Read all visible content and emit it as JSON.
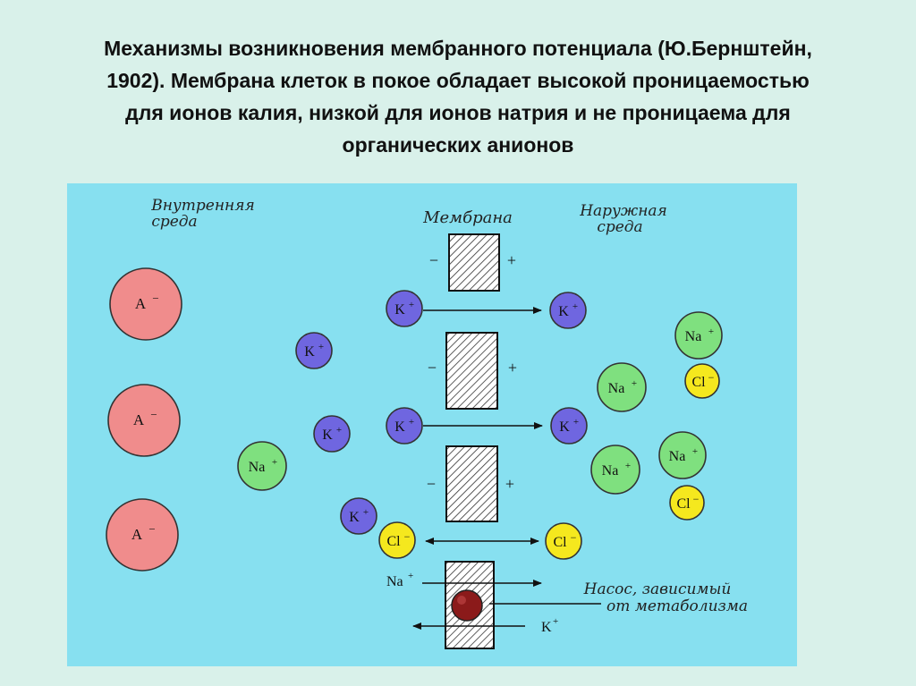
{
  "title": {
    "lines": [
      "Механизмы возникновения мембранного потенциала (Ю.Бернштейн,",
      "1902). Мембрана клеток в покое обладает высокой проницаемостью",
      "для ионов калия, низкой для ионов натрия и не проницаема для",
      "органических анионов"
    ]
  },
  "diagram": {
    "labels": {
      "inner": [
        "Внутренняя",
        "среда"
      ],
      "membrane": "Мембрана",
      "outer": [
        "Наружная",
        "среда"
      ],
      "pump": [
        "Насос, зависимый",
        "от метаболизма"
      ],
      "minus": "−",
      "plus": "+"
    },
    "ions": {
      "anion": "A",
      "potassium": "K",
      "sodium": "Na",
      "chloride": "Cl",
      "plus": "+",
      "minus": "−"
    },
    "colors": {
      "background": "#87e0f0",
      "anion": "#f08c8c",
      "potassium": "#6f66e0",
      "sodium": "#7fe07f",
      "chloride": "#f5e81e",
      "pump": "#8b1a1a"
    }
  }
}
